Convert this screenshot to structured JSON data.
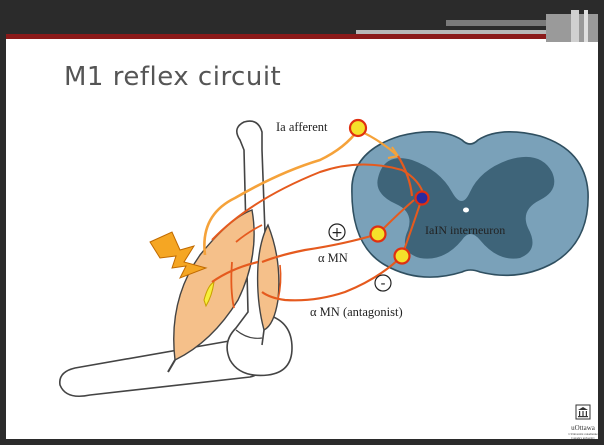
{
  "slide": {
    "title": "M1 reflex circuit",
    "colors": {
      "banner_red": "#8b1a1a",
      "spinal_outer": "#7aa1b9",
      "spinal_inner": "#3e6479",
      "muscle": "#f5c08a",
      "neuron_fill": "#f5e12a",
      "neuron_ring": "#e03010",
      "pathway": "#e55a1e",
      "afferent_path": "#f5a23a",
      "interneuron": "#2a2aa0"
    }
  },
  "diagram": {
    "labels": {
      "afferent": "Ia afferent",
      "interneuron": "IaIN interneuron",
      "alpha_mn": "α MN",
      "alpha_mn_antagonist": "α MN (antagonist)",
      "plus_sign": "+",
      "minus_sign": "-"
    },
    "icons": [
      "lightning-bolt-icon",
      "spinal-cord-cross-section",
      "bone-arm-skeleton"
    ]
  },
  "logo": {
    "name": "uOttawa",
    "icon": "building-icon",
    "fine_print": "L'Université canadienne Canada's university"
  }
}
